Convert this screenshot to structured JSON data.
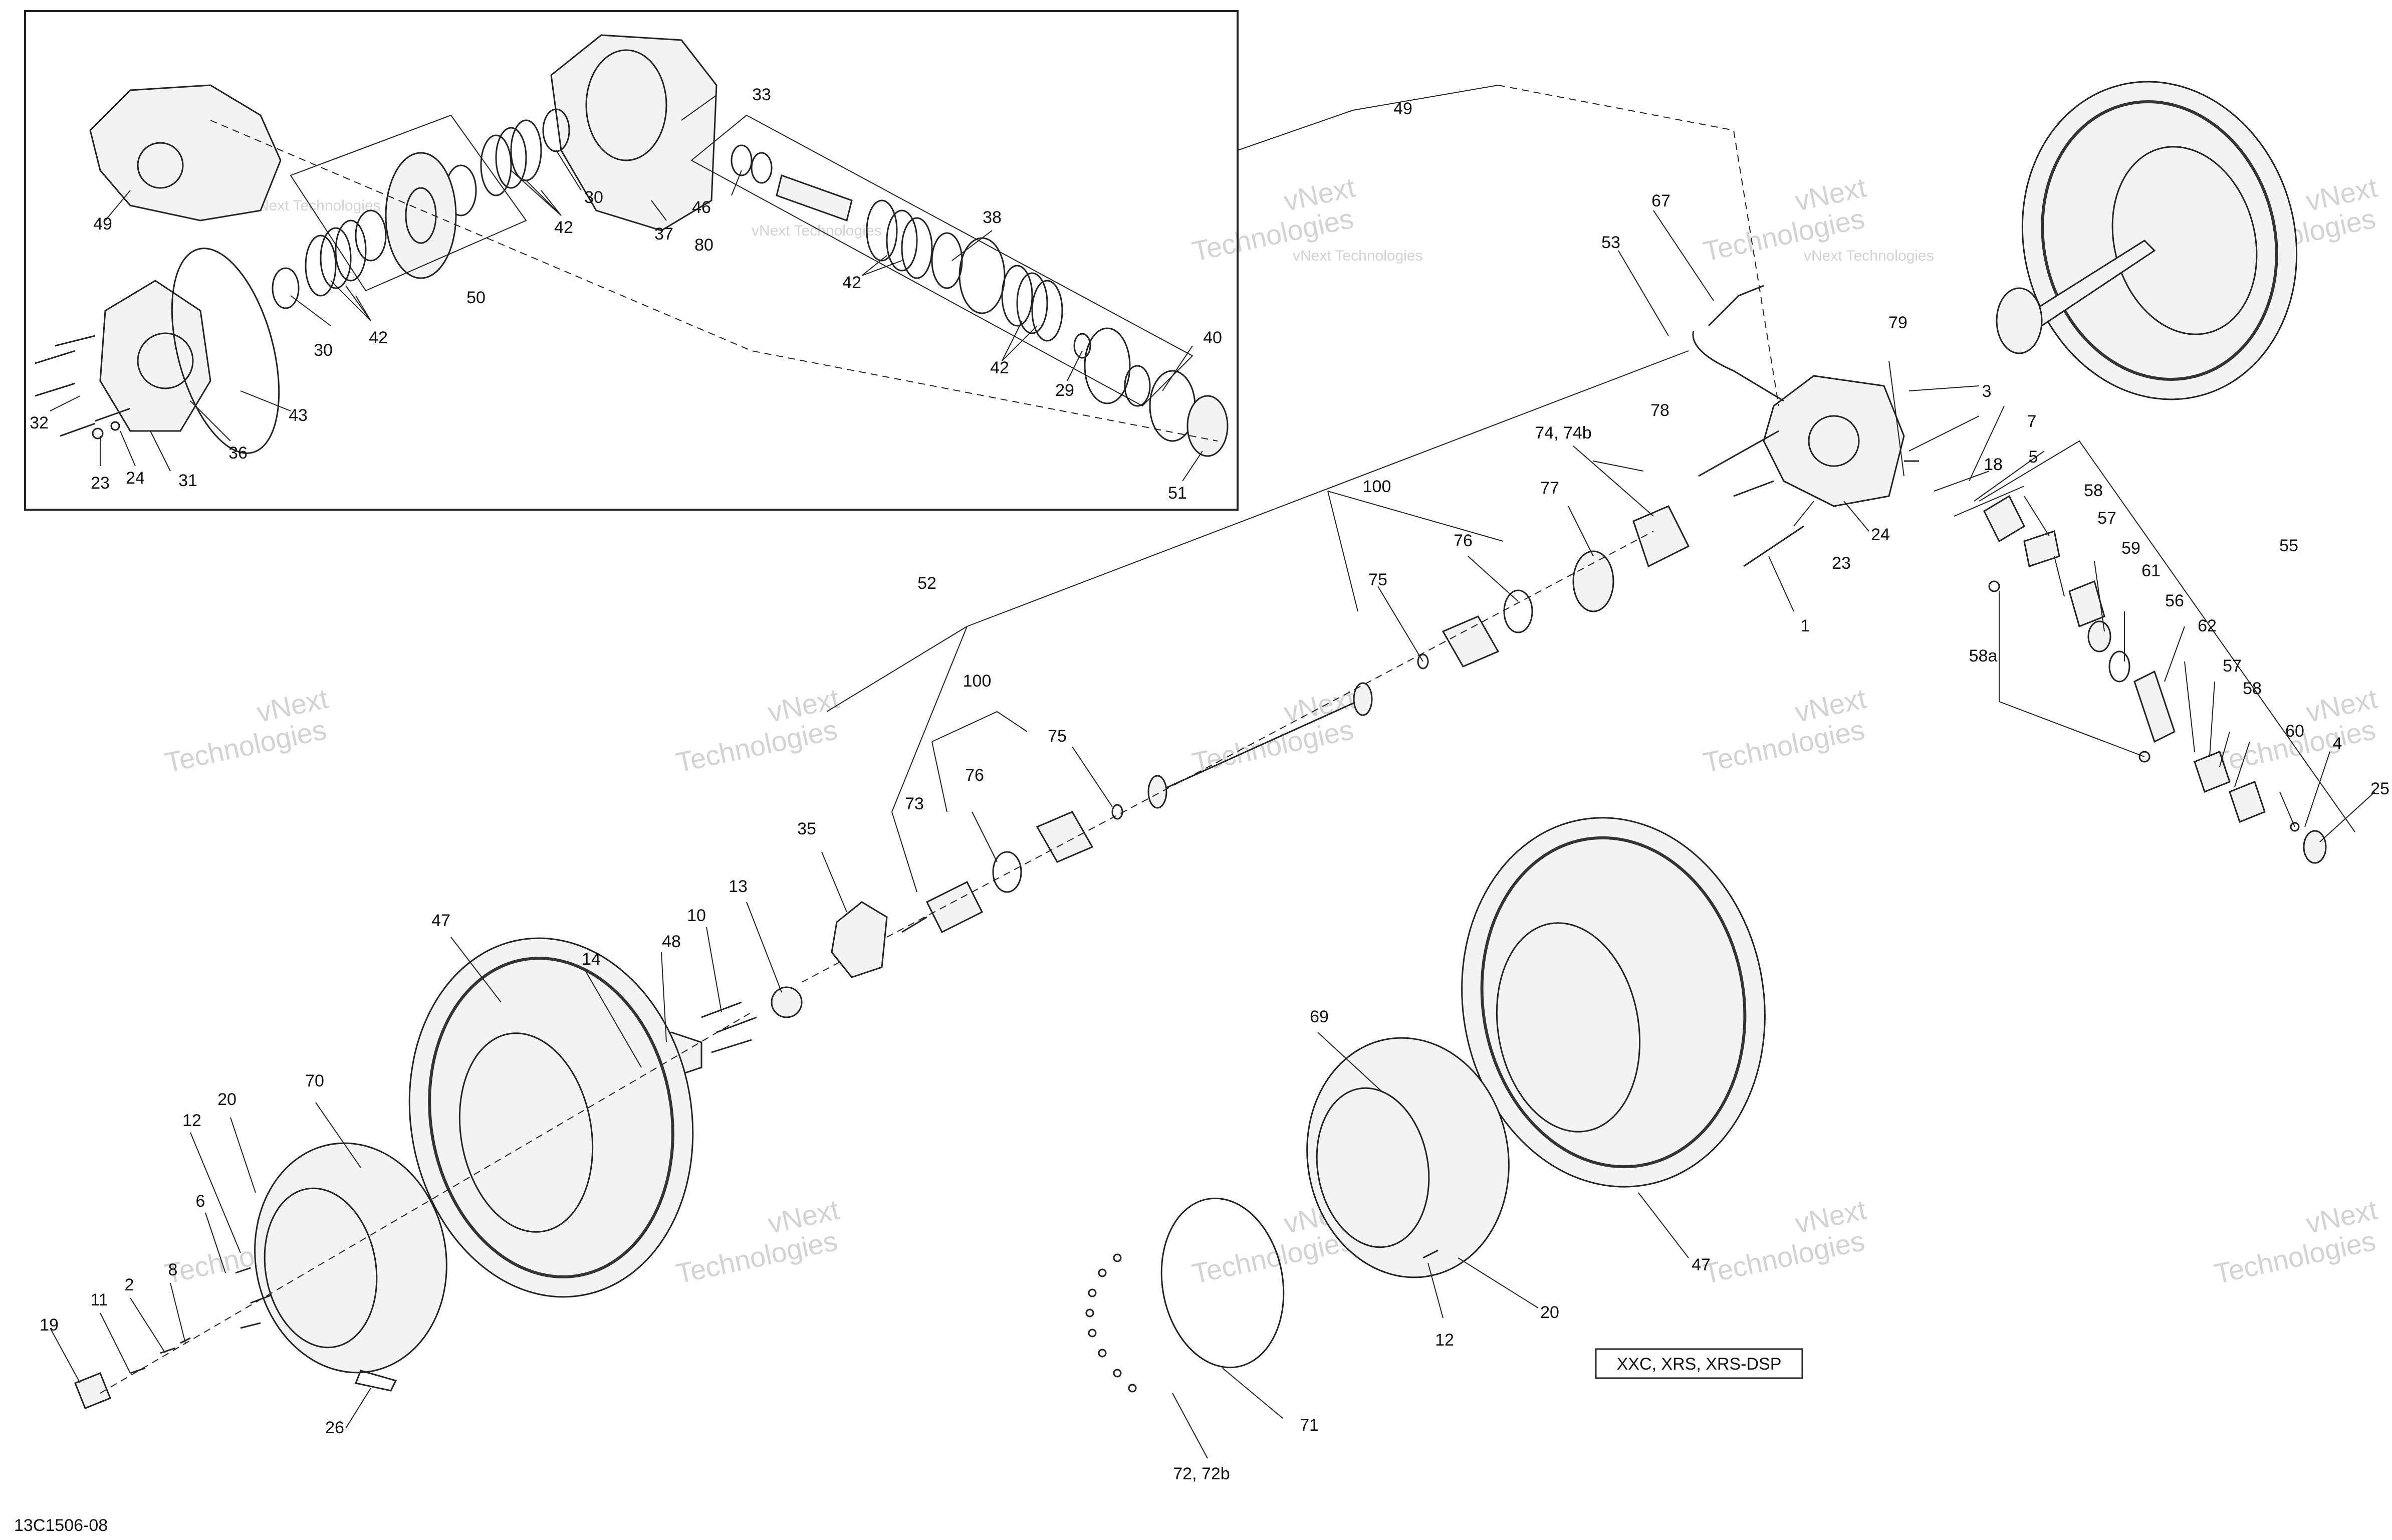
{
  "figure_code": "13C1506-08",
  "model_label": "XXC, XRS, XRS-DSP",
  "watermark": {
    "line1": "vNext Technologies",
    "line2": "vNext",
    "line3": "Technologies"
  },
  "callouts": {
    "inset": [
      "49",
      "33",
      "30",
      "37",
      "46",
      "80",
      "42",
      "38",
      "49",
      "50",
      "42",
      "30",
      "42",
      "32",
      "36",
      "23",
      "24",
      "31",
      "43",
      "42",
      "29",
      "40",
      "51"
    ],
    "main": [
      "49",
      "67",
      "53",
      "79",
      "78",
      "74, 74b",
      "3",
      "18",
      "7",
      "5",
      "100",
      "77",
      "76",
      "75",
      "24",
      "23",
      "1",
      "58",
      "57",
      "59",
      "55",
      "52",
      "100",
      "76",
      "75",
      "61",
      "56",
      "62",
      "58a",
      "57",
      "58",
      "60",
      "4",
      "25",
      "35",
      "73",
      "13",
      "10",
      "48",
      "14",
      "47",
      "70",
      "20",
      "12",
      "6",
      "8",
      "2",
      "11",
      "19",
      "26",
      "69",
      "47",
      "12",
      "20",
      "71",
      "72, 72b"
    ]
  }
}
